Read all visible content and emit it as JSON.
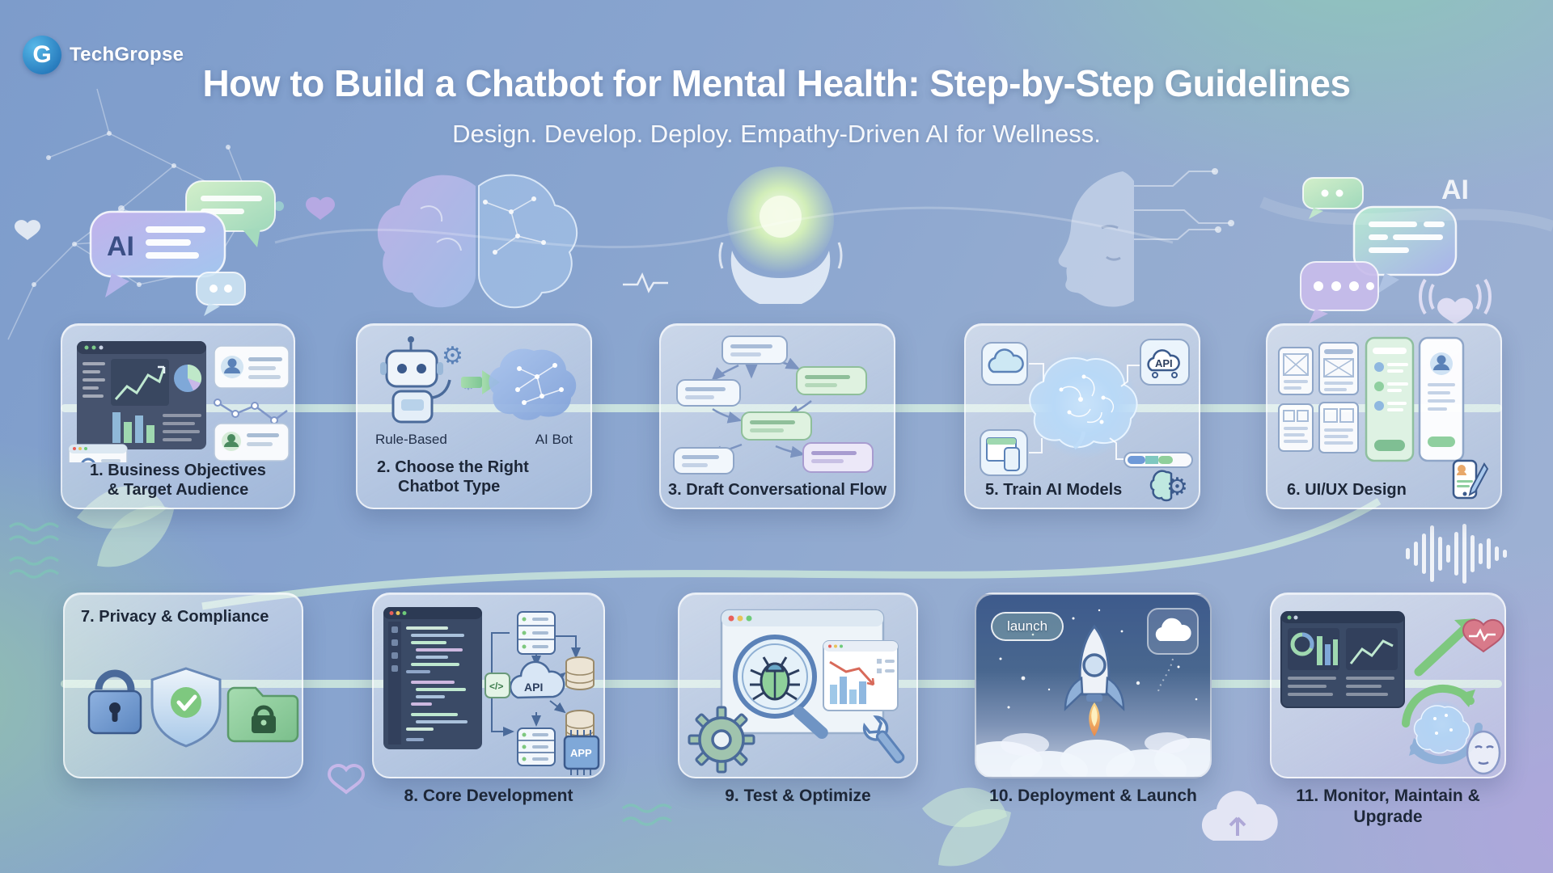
{
  "brand": {
    "name": "TechGropse",
    "logo_letter": "G"
  },
  "header": {
    "title": "How to Build a Chatbot for Mental Health: Step-by-Step Guidelines",
    "subtitle": "Design. Develop. Deploy. Empathy-Driven AI for Wellness."
  },
  "decorations": {
    "ai_left": "AI",
    "ai_right": "AI"
  },
  "steps": [
    {
      "num": 1,
      "label": "1. Business Objectives & Target Audience"
    },
    {
      "num": 2,
      "label": "2. Choose the Right Chatbot Type",
      "options": [
        "Rule-Based",
        "AI Bot"
      ]
    },
    {
      "num": 3,
      "label": "3. Draft Conversational Flow"
    },
    {
      "num": 5,
      "label": "5. Train AI Models"
    },
    {
      "num": 6,
      "label": "6. UI/UX Design"
    },
    {
      "num": 7,
      "label": "7. Privacy & Compliance"
    },
    {
      "num": 8,
      "label": "8. Core Development"
    },
    {
      "num": 9,
      "label": "9. Test & Optimize"
    },
    {
      "num": 10,
      "label": "10. Deployment & Launch",
      "badge": "launch"
    },
    {
      "num": 11,
      "label": "11. Monitor, Maintain & Upgrade"
    }
  ],
  "badges": {
    "api": "API",
    "app": "APP",
    "code": "</>"
  },
  "colors": {
    "background_blue": "#87a3d0",
    "background_teal": "#8ac4b8",
    "background_green": "#9cc9a6",
    "background_lavender": "#b2a6d8",
    "connector_mint": "#d9f4e0",
    "title_text": "#ffffff",
    "label_text": "#1d2738",
    "brand_blue": "#2a7fc0"
  }
}
